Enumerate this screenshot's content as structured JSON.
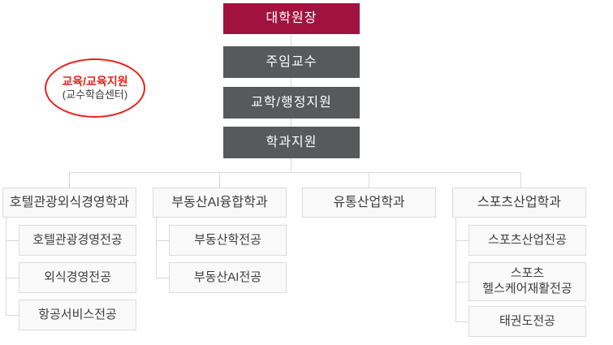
{
  "colors": {
    "primary_crimson": "#A21240",
    "secondary_gray": "#58595B",
    "light_box_bg": "#F9F9F9",
    "light_box_border": "#DBDBDB",
    "connector_line": "#D9D9D9",
    "accent_red": "#E8211D",
    "text_dark": "#3D3D3D"
  },
  "top_chain": [
    {
      "label": "대학원장",
      "style": "primary"
    },
    {
      "label": "주임교수",
      "style": "secondary"
    },
    {
      "label": "교학/행정지원",
      "style": "secondary"
    },
    {
      "label": "학과지원",
      "style": "secondary"
    }
  ],
  "annotation": {
    "line1": "교육/교육지원",
    "line2": "(교수학습센터)"
  },
  "departments": [
    {
      "label": "호텔관광외식경영학과",
      "majors": [
        "호텔관광경영전공",
        "외식경영전공",
        "항공서비스전공"
      ]
    },
    {
      "label": "부동산AI융합학과",
      "majors": [
        "부동산학전공",
        "부동산AI전공"
      ]
    },
    {
      "label": "유통산업학과",
      "majors": []
    },
    {
      "label": "스포츠산업학과",
      "majors": [
        "스포츠산업전공",
        "스포츠\n헬스케어재활전공",
        "태권도전공"
      ]
    }
  ]
}
